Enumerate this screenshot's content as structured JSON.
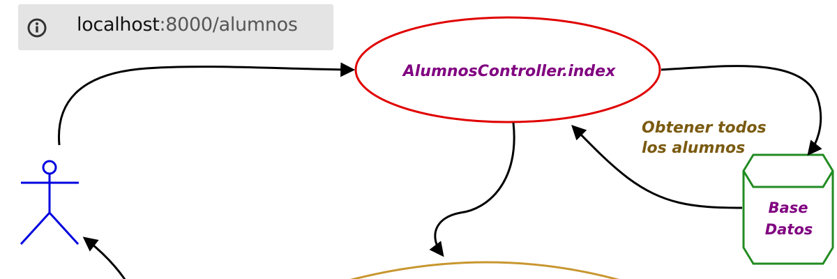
{
  "browser": {
    "url_host": "localhost",
    "url_rest": ":8000/alumnos",
    "info_icon": "info-circle-icon"
  },
  "diagram": {
    "controller_label": "AlumnosController.index",
    "edge_label_line1": "Obtener todos",
    "edge_label_line2": "los alumnos",
    "db_label_line1": "Base",
    "db_label_line2": "Datos",
    "colors": {
      "controller_stroke": "#e00000",
      "node_text": "#800080",
      "edge_label": "#7a5a10",
      "database_stroke": "#228b22",
      "actor_stroke": "#0000e0",
      "view_stroke": "#c8962e",
      "arrow": "#000000"
    }
  }
}
